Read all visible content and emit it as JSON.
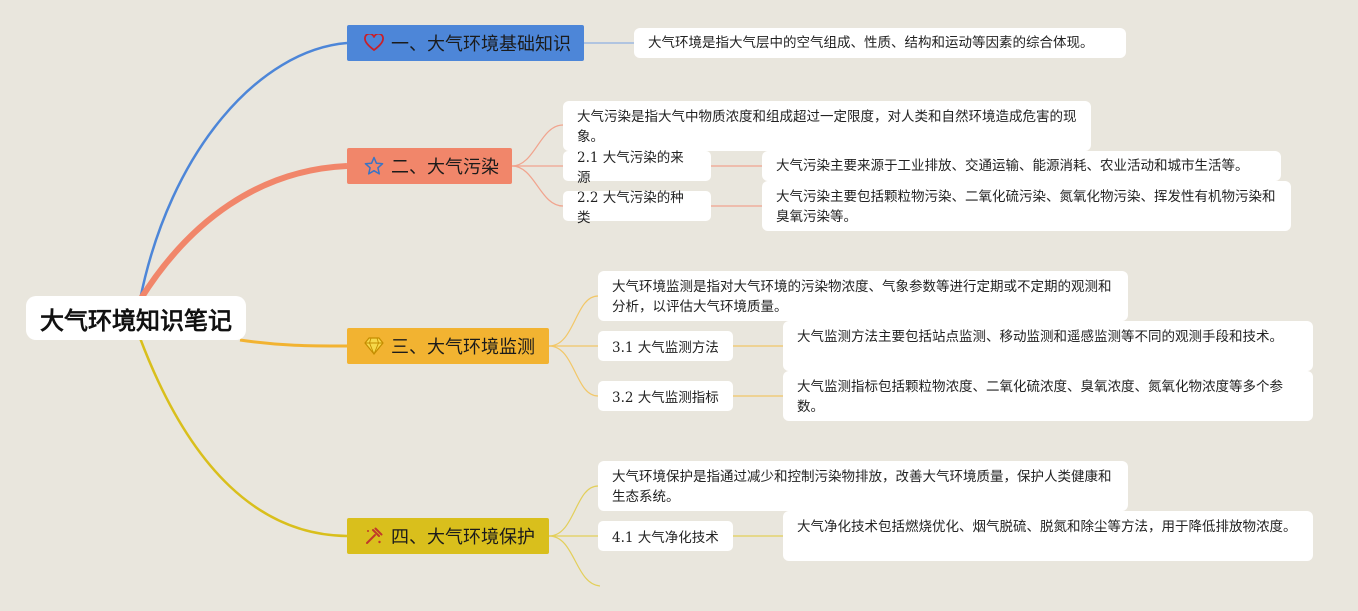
{
  "root": {
    "title": "大气环境知识笔记"
  },
  "colors": {
    "branch1": "#4d86d8",
    "branch2": "#f1866a",
    "branch3": "#f2b331",
    "branch4": "#d9bf1c",
    "background": "#e9e6dd"
  },
  "branches": [
    {
      "title": "一、大气环境基础知识",
      "icon": "heart-icon",
      "summary": "大气环境是指大气层中的空气组成、性质、结构和运动等因素的综合体现。"
    },
    {
      "title": "二、大气污染",
      "icon": "star-icon",
      "summary": "大气污染是指大气中物质浓度和组成超过一定限度，对人类和自然环境造成危害的现象。",
      "subtopics": [
        {
          "label": "2.1 大气污染的来源",
          "detail": "大气污染主要来源于工业排放、交通运输、能源消耗、农业活动和城市生活等。"
        },
        {
          "label": "2.2 大气污染的种类",
          "detail": "大气污染主要包括颗粒物污染、二氧化硫污染、氮氧化物污染、挥发性有机物污染和臭氧污染等。"
        }
      ]
    },
    {
      "title": "三、大气环境监测",
      "icon": "diamond-icon",
      "summary": "大气环境监测是指对大气环境的污染物浓度、气象参数等进行定期或不定期的观测和分析，以评估大气环境质量。",
      "subtopics": [
        {
          "label": "3.1 大气监测方法",
          "detail": "大气监测方法主要包括站点监测、移动监测和遥感监测等不同的观测手段和技术。"
        },
        {
          "label": "3.2 大气监测指标",
          "detail": "大气监测指标包括颗粒物浓度、二氧化硫浓度、臭氧浓度、氮氧化物浓度等多个参数。"
        }
      ]
    },
    {
      "title": "四、大气环境保护",
      "icon": "hammer-icon",
      "summary": "大气环境保护是指通过减少和控制污染物排放，改善大气环境质量，保护人类健康和生态系统。",
      "subtopics": [
        {
          "label": "4.1 大气净化技术",
          "detail": "大气净化技术包括燃烧优化、烟气脱硫、脱氮和除尘等方法，用于降低排放物浓度。"
        }
      ]
    }
  ]
}
